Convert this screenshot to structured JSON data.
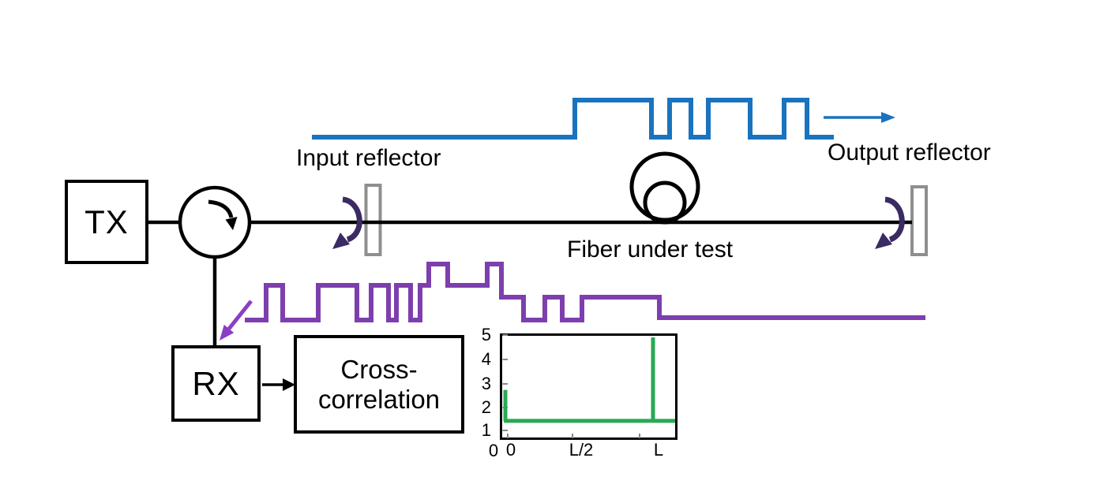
{
  "labels": {
    "tx": "TX",
    "rx": "RX",
    "cross_line1": "Cross-",
    "cross_line2": "correlation",
    "input_reflector": "Input reflector",
    "output_reflector": "Output reflector",
    "fiber_under_test": "Fiber under test"
  },
  "colors": {
    "probe_blue": "#1a73be",
    "reflected_purple": "#7d3fad",
    "pointer_purple": "#8a3ec6",
    "reflection_arrow_dark_purple": "#3b2a63",
    "correlation_green": "#2aa954",
    "reflector_gray": "#8f8f8f",
    "line_black": "#000000"
  },
  "waveforms": {
    "probe_blue_points": [
      [
        395,
        174
      ],
      [
        728,
        174
      ],
      [
        728,
        127
      ],
      [
        825,
        127
      ],
      [
        825,
        174
      ],
      [
        848,
        174
      ],
      [
        848,
        127
      ],
      [
        875,
        127
      ],
      [
        875,
        174
      ],
      [
        897,
        174
      ],
      [
        897,
        127
      ],
      [
        950,
        127
      ],
      [
        950,
        174
      ],
      [
        993,
        174
      ],
      [
        993,
        127
      ],
      [
        1022,
        127
      ],
      [
        1022,
        174
      ],
      [
        1056,
        174
      ]
    ],
    "reflected_purple_points": [
      [
        310,
        406
      ],
      [
        337,
        406
      ],
      [
        337,
        362
      ],
      [
        358,
        362
      ],
      [
        358,
        406
      ],
      [
        403,
        406
      ],
      [
        403,
        362
      ],
      [
        452,
        362
      ],
      [
        452,
        406
      ],
      [
        470,
        406
      ],
      [
        470,
        362
      ],
      [
        492,
        362
      ],
      [
        492,
        406
      ],
      [
        502,
        406
      ],
      [
        502,
        362
      ],
      [
        520,
        362
      ],
      [
        520,
        406
      ],
      [
        532,
        406
      ],
      [
        532,
        362
      ],
      [
        543,
        362
      ],
      [
        543,
        335
      ],
      [
        567,
        335
      ],
      [
        567,
        362
      ],
      [
        617,
        362
      ],
      [
        617,
        335
      ],
      [
        635,
        335
      ],
      [
        635,
        377
      ],
      [
        663,
        377
      ],
      [
        663,
        406
      ],
      [
        690,
        406
      ],
      [
        690,
        377
      ],
      [
        712,
        377
      ],
      [
        712,
        406
      ],
      [
        737,
        406
      ],
      [
        737,
        377
      ],
      [
        835,
        377
      ],
      [
        835,
        403
      ],
      [
        1172,
        403
      ]
    ]
  },
  "chart_data": {
    "type": "line",
    "title": "",
    "xlabel": "",
    "ylabel": "",
    "x_tick_labels": [
      "0",
      "L/2",
      "L"
    ],
    "y_tick_labels": [
      "5",
      "4",
      "3",
      "2",
      "1",
      "0"
    ],
    "xlim_units_of_L": [
      -0.01,
      1.15
    ],
    "ylim": [
      0,
      5
    ],
    "grid": false,
    "legend": false,
    "series": [
      {
        "name": "cross-correlation vs distance",
        "baseline_value": 1.4,
        "peaks": [
          {
            "x_in_L": 0,
            "value": 2.7
          },
          {
            "x_in_L": 1,
            "value": 4.9
          }
        ]
      }
    ]
  }
}
